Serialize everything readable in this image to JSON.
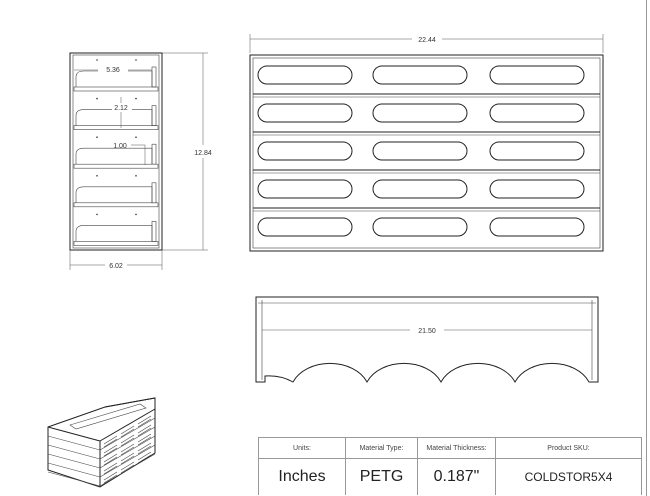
{
  "dimensions": {
    "front_width": "22.44",
    "side_inner_width": "5.36",
    "shelf_spacing": "2.12",
    "lip_height": "1.00",
    "height": "12.84",
    "side_width": "6.02",
    "bottom_width": "21.50"
  },
  "title_block": {
    "units_label": "Units:",
    "units_value": "Inches",
    "material_type_label": "Material Type:",
    "material_type_value": "PETG",
    "thickness_label": "Material Thickness:",
    "thickness_value": "0.187\"",
    "sku_label": "Product SKU:",
    "sku_value": "COLDSTOR5X4"
  }
}
